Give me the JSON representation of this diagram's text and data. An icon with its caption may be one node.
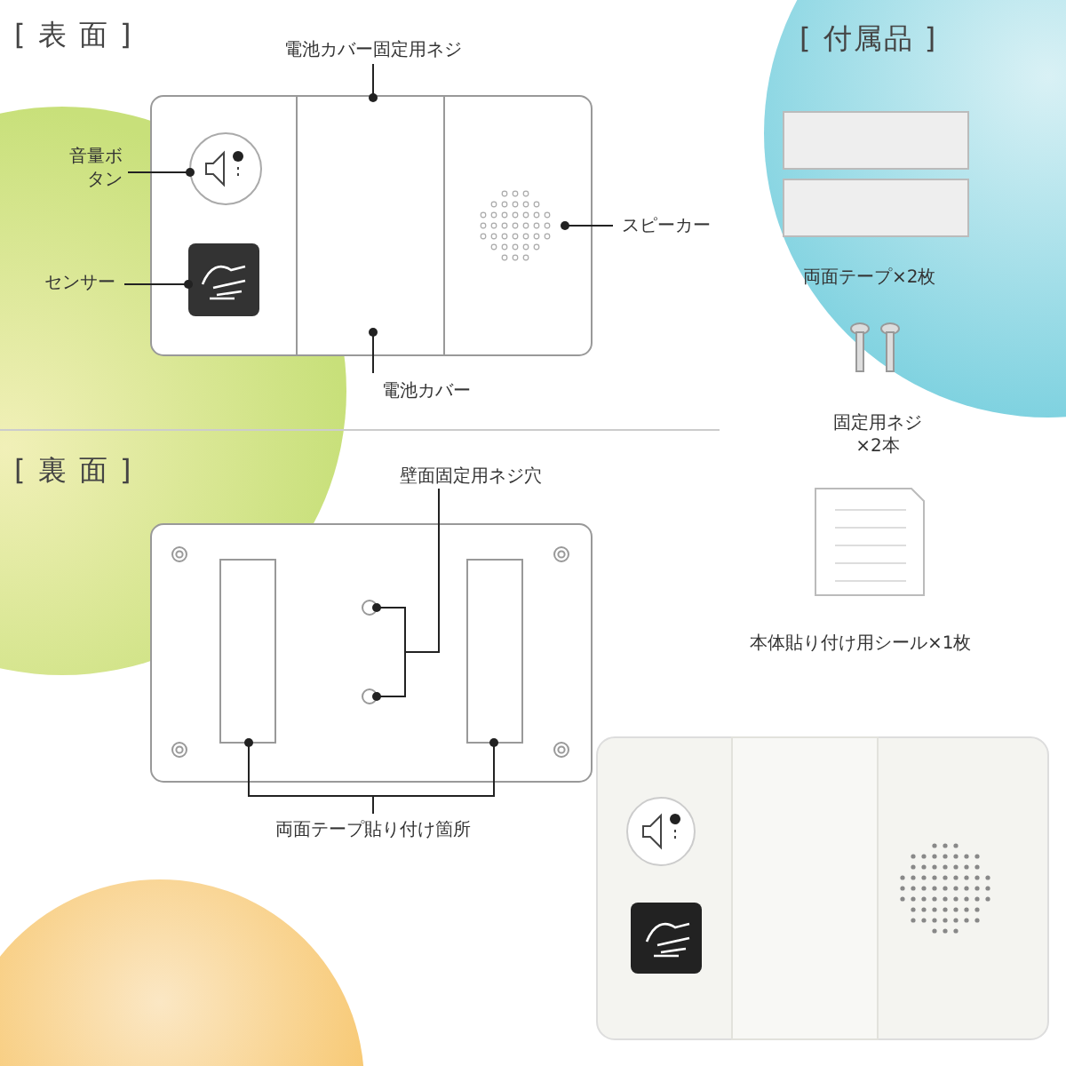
{
  "diagram": {
    "nodes": [
      {
        "text": [
          "電池カバー固定用ネジ"
        ]
      },
      {
        "text": [
          "音量ボタン"
        ]
      },
      {
        "text": [
          "センサー"
        ]
      },
      {
        "text": [
          "スピーカー"
        ]
      },
      {
        "text": [
          "電池カバー"
        ]
      },
      {
        "text": [
          "壁面固定用ネジ穴"
        ]
      },
      {
        "text": [
          "両面テープ貼り付け箇所"
        ]
      },
      {
        "text": [],
        "shape": "circle"
      },
      {
        "text": [],
        "shape": "box"
      },
      {
        "text": [],
        "shape": "picture"
      },
      {
        "text": [],
        "shape": "box"
      },
      {
        "text": [],
        "shape": "circle"
      },
      {
        "text": [],
        "shape": "circle"
      },
      {
        "text": [],
        "shape": "box"
      },
      {
        "text": [],
        "shape": "box"
      }
    ],
    "edges": [
      {
        "from": 0,
        "to": null,
        "arrow": "other"
      },
      {
        "from": 1,
        "to": 7,
        "arrow": "other"
      },
      {
        "from": 2,
        "to": 8,
        "arrow": "other"
      },
      {
        "from": 3,
        "to": 9,
        "arrow": "other"
      },
      {
        "from": 4,
        "to": 10,
        "arrow": "other"
      },
      {
        "from": 5,
        "to": 11,
        "arrow": "other"
      },
      {
        "from": 5,
        "to": 12,
        "arrow": "other"
      },
      {
        "from": 6,
        "to": 13,
        "arrow": "other"
      },
      {
        "from": 6,
        "to": 14,
        "arrow": "other"
      }
    ],
    "labels": [
      "[ 表 面 ]",
      "[ 付属品 ]",
      "両面テープ×2枚",
      "固定用ネジ×2本",
      "[ 裏 面 ]",
      "本体貼り付け用シール×1枚"
    ]
  }
}
